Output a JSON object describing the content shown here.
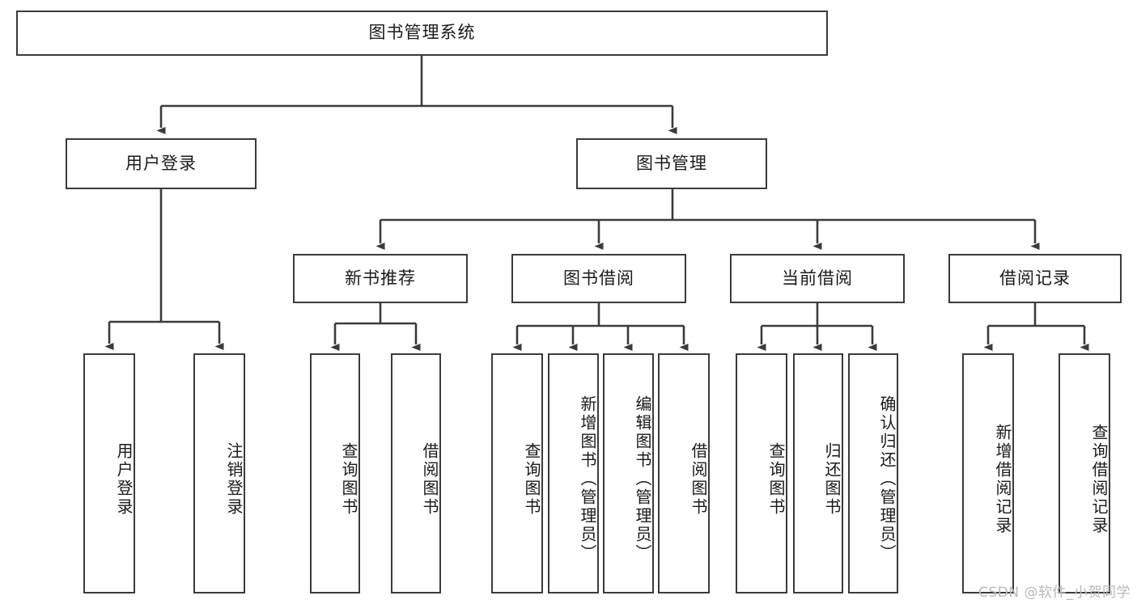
{
  "diagram": {
    "title": "图书管理系统",
    "type": "tree-hierarchy-diagram",
    "watermark": "CSDN @软件_小贺同学",
    "colors": {
      "border": "#3b3b3b",
      "background": "#ffffff",
      "text": "#1a1a1a",
      "watermark": "#b9b9b9"
    },
    "nodes": {
      "root": {
        "label": "图书管理系统"
      },
      "level2": [
        {
          "id": "user-login",
          "label": "用户登录"
        },
        {
          "id": "book-management",
          "label": "图书管理"
        }
      ],
      "level3": [
        {
          "id": "new-book-recommend",
          "label": "新书推荐"
        },
        {
          "id": "book-borrow",
          "label": "图书借阅"
        },
        {
          "id": "current-borrow",
          "label": "当前借阅"
        },
        {
          "id": "borrow-record",
          "label": "借阅记录"
        }
      ],
      "leaves": {
        "user-login": [
          {
            "id": "leaf-user-login",
            "label": "用户登录"
          },
          {
            "id": "leaf-logout-login",
            "label": "注销登录"
          }
        ],
        "new-book-recommend": [
          {
            "id": "leaf-query-book-1",
            "label": "查询图书"
          },
          {
            "id": "leaf-borrow-book-1",
            "label": "借阅图书"
          }
        ],
        "book-borrow": [
          {
            "id": "leaf-query-book-2",
            "label": "查询图书"
          },
          {
            "id": "leaf-add-book",
            "label": "新增图书（管理员）"
          },
          {
            "id": "leaf-edit-book",
            "label": "编辑图书（管理员）"
          },
          {
            "id": "leaf-borrow-book-2",
            "label": "借阅图书"
          }
        ],
        "current-borrow": [
          {
            "id": "leaf-query-book-3",
            "label": "查询图书"
          },
          {
            "id": "leaf-return-book",
            "label": "归还图书"
          },
          {
            "id": "leaf-confirm-return",
            "label": "确认归还（管理员）"
          }
        ],
        "borrow-record": [
          {
            "id": "leaf-add-record",
            "label": "新增借阅记录"
          },
          {
            "id": "leaf-query-record",
            "label": "查询借阅记录"
          }
        ]
      }
    }
  }
}
